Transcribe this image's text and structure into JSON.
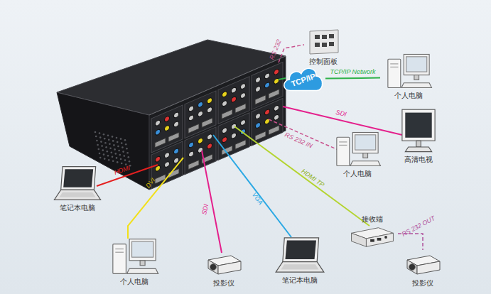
{
  "diagram": {
    "nodes": [
      {
        "text": [
          "控制面板"
        ]
      },
      {
        "text": [
          "TCP/IP"
        ]
      },
      {
        "text": [
          "个人电脑"
        ]
      },
      {
        "text": [
          "高清电视"
        ]
      },
      {
        "text": [
          "个人电脑"
        ]
      },
      {
        "text": [
          "笔记本电脑"
        ]
      },
      {
        "text": [
          "个人电脑"
        ]
      },
      {
        "text": [
          "投影仪"
        ]
      },
      {
        "text": [
          "笔记本电脑"
        ]
      },
      {
        "text": [
          "接收端"
        ]
      },
      {
        "text": [
          "投影仪"
        ]
      }
    ],
    "edges": [
      {
        "from": 1,
        "to": 2,
        "arrow": "none",
        "label": "TCP/IP Network"
      },
      {
        "from": 9,
        "to": 10,
        "arrow": "none",
        "label": "RS 232 OUT"
      }
    ],
    "labels": [
      "RS 232",
      "SDI",
      "RS 232 IN",
      "HDMI",
      "DVI",
      "SDI",
      "VGA",
      "HDMI TP"
    ]
  }
}
